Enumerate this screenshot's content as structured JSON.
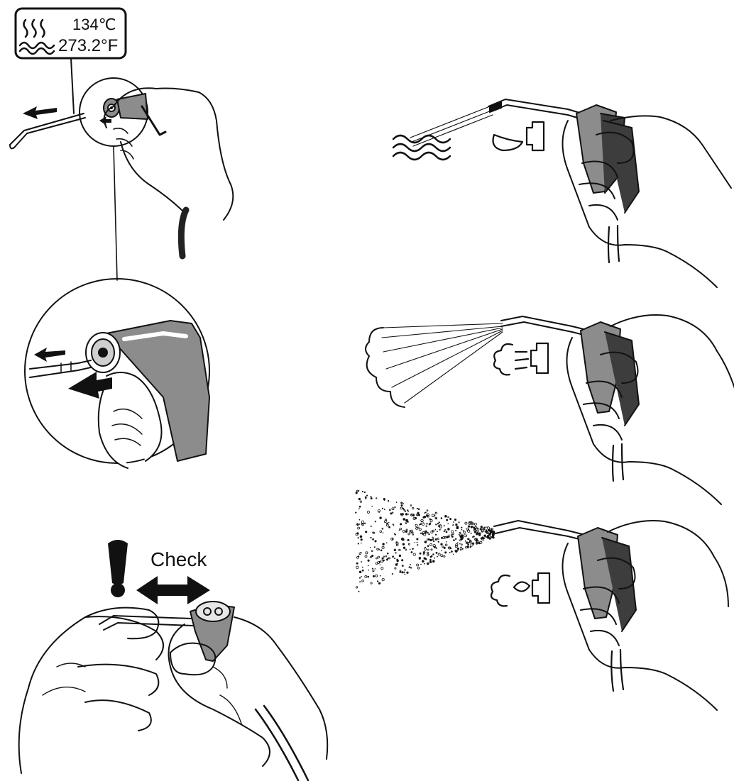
{
  "sterilization_label": {
    "celsius": "134℃",
    "fahrenheit": "273.2°F"
  },
  "check_label": "Check",
  "colors": {
    "line": "#111111",
    "handle_grey": "#8c8c8c",
    "dark_grip": "#3d3d3d",
    "background": "#ffffff"
  },
  "icons": {
    "steam": "steam-icon",
    "warning": "exclamation-icon",
    "double_arrow": "double-arrow-icon",
    "water_mode": "water-drop-icon",
    "air_mode": "air-cloud-icon",
    "spray_mode": "spray-icon"
  }
}
